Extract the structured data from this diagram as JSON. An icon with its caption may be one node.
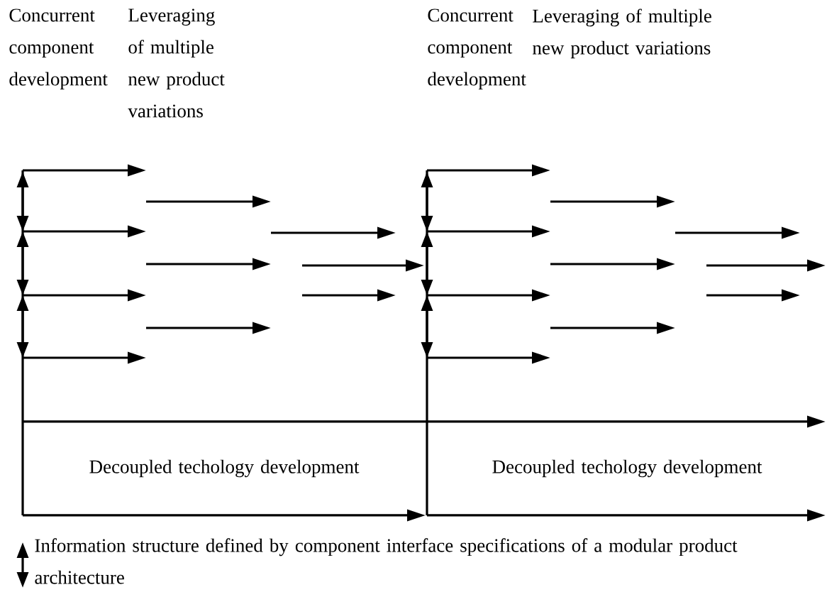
{
  "diagram": {
    "labels": [
      "Concurrent component development",
      "Leveraging of multiple new product variations",
      "Concurrent component development",
      "Leveraging of multiple new product variations",
      "Decoupled techology development",
      "Decoupled techology development"
    ],
    "legend": [
      {
        "text": "Information structure defined by component interface specifications of a modular product architecture"
      }
    ]
  }
}
